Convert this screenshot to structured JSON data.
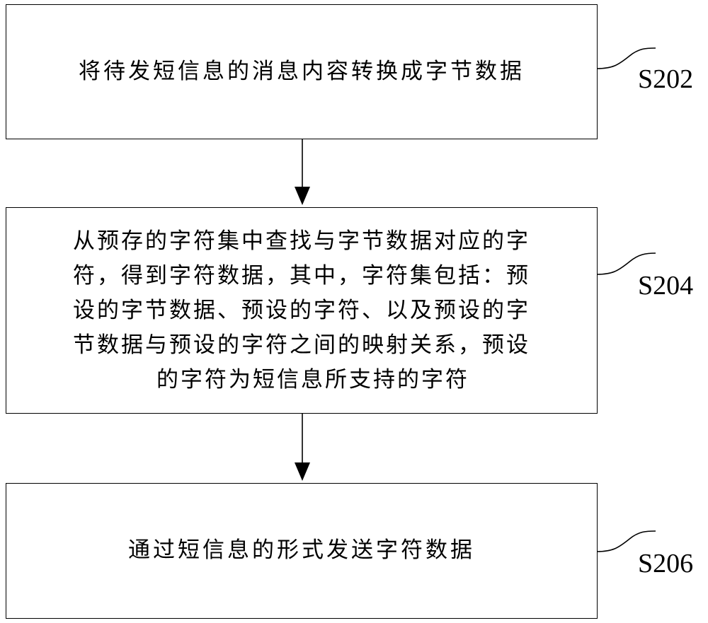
{
  "steps": [
    {
      "text": "将待发短信息的消息内容转换成字节数据",
      "label": "S202"
    },
    {
      "lines": [
        "从预存的字符集中查找与字节数据对应的字",
        "符，得到字符数据，其中，字符集包括：预",
        "设的字节数据、预设的字符、以及预设的字",
        "节数据与预设的字符之间的映射关系，预设",
        "的字符为短信息所支持的字符"
      ],
      "label": "S204"
    },
    {
      "text": "通过短信息的形式发送字符数据",
      "label": "S206"
    }
  ]
}
